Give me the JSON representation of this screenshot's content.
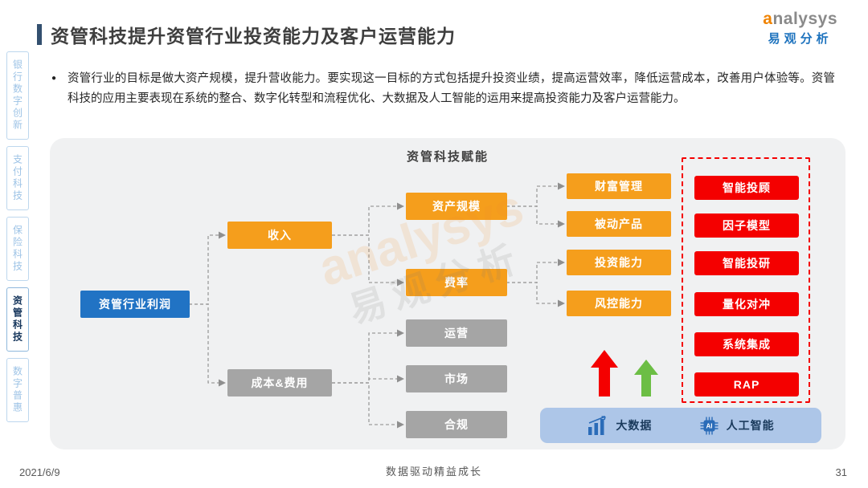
{
  "header": {
    "title": "资管科技提升资管行业投资能力及客户运营能力"
  },
  "logo": {
    "brand": "analysys",
    "name": "易观分析"
  },
  "intro": {
    "bullet": "●",
    "text": "资管行业的目标是做大资产规模，提升营收能力。要实现这一目标的方式包括提升投资业绩，提高运营效率，降低运营成本，改善用户体验等。资管科技的应用主要表现在系统的整合、数字化转型和流程优化、大数据及人工智能的运用来提高投资能力及客户运营能力。"
  },
  "sidebar": {
    "items": [
      {
        "label": "银行数字创新",
        "active": false
      },
      {
        "label": "支付科技",
        "active": false
      },
      {
        "label": "保险科技",
        "active": false
      },
      {
        "label": "资管科技",
        "active": true
      },
      {
        "label": "数字普惠",
        "active": false
      }
    ]
  },
  "diagram": {
    "title": "资管科技赋能",
    "root": "资管行业利润",
    "income": "收入",
    "cost": "成本&费用",
    "asset_scale": "资产规模",
    "fee_rate": "费率",
    "operations": "运营",
    "market": "市场",
    "compliance": "合规",
    "wealth_mgmt": "财富管理",
    "passive_products": "被动产品",
    "invest_ability": "投资能力",
    "risk_control": "风控能力",
    "tech": [
      "智能投顾",
      "因子模型",
      "智能投研",
      "量化对冲",
      "系统集成",
      "RAP"
    ],
    "enablers": {
      "big_data": "大数据",
      "ai": "人工智能"
    }
  },
  "watermark": {
    "brand": "analysys",
    "name": "易观分析"
  },
  "footer": {
    "date": "2021/6/9",
    "tagline": "数据驱动精益成长",
    "page": "31"
  },
  "colors": {
    "accent-blue": "#2173C4",
    "orange": "#F59E1C",
    "gray-node": "#A5A5A5",
    "red": "#F40000",
    "green": "#6CBE45",
    "panel-bg": "#F0F1F2",
    "sidebar-blue": "#9DC3E6",
    "active-tab": "#16365C",
    "bar-bg": "#ADC6E8",
    "icon-blue": "#2B6CB8",
    "logo-blue": "#1E73BE",
    "logo-orange": "#F08300"
  }
}
